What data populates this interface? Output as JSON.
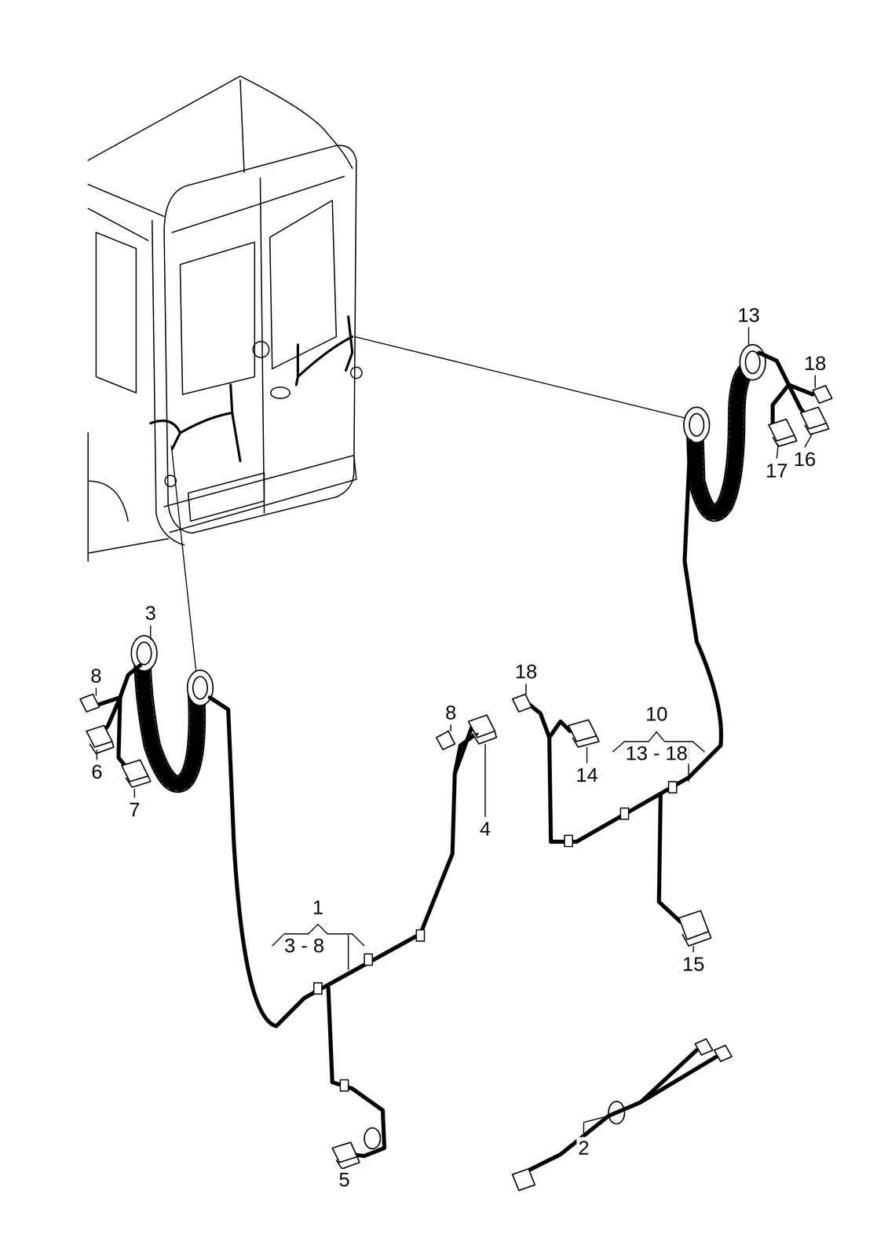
{
  "diagram": {
    "labels": [
      "13",
      "18",
      "17",
      "16",
      "3",
      "18",
      "10",
      "8",
      "8",
      "13 - 18",
      "6",
      "14",
      "4",
      "7",
      "1",
      "3 - 8",
      "15",
      "2",
      "5"
    ]
  }
}
